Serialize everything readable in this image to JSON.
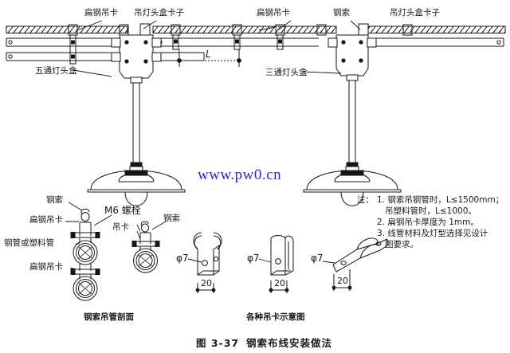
{
  "figure": {
    "caption_number": "图 3-37",
    "caption_title": "钢索布线安装做法",
    "subcaption_left": "钢索吊管剖面",
    "subcaption_right": "各种吊卡示意图",
    "watermark": "www.pw0.cn",
    "background": "#ffffff",
    "ink": "#161616"
  },
  "top_view": {
    "labels": {
      "flat_steel_clamp_left": "扁钢吊卡",
      "lamp_box_clamp_left": "吊灯头盒卡子",
      "five_way_lamp_box": "五通灯头盒",
      "flat_steel_clamp_right": "扁钢吊卡",
      "steel_wire": "钢索",
      "lamp_box_clamp_right": "吊灯头盒卡子",
      "three_way_lamp_box": "三通灯头盒",
      "span_dimension": "L"
    }
  },
  "section_view": {
    "labels": {
      "steel_wire": "钢索",
      "flat_steel_clamp_upper": "扁钢吊卡",
      "steel_or_plastic_pipe": "钢管或塑料管",
      "flat_steel_clamp_lower": "扁钢吊卡",
      "m6_bolt": "M6 螺栓",
      "hanger_clamp": "吊卡",
      "steel_wire_right": "钢索"
    }
  },
  "clip_details": {
    "items": [
      {
        "hole_label": "φ7",
        "width_label": "20",
        "name": "double-ring-clip"
      },
      {
        "hole_label": "φ7",
        "width_label": "20",
        "name": "single-ring-clip"
      },
      {
        "hole_label": "φ7",
        "width_label": "20",
        "name": "saddle-clip"
      }
    ]
  },
  "notes": {
    "prefix": "注：",
    "items": [
      "1. 钢索吊钢管时，L≤1500mm；",
      "   吊塑料管时，L≤1000。",
      "2. 扁钢吊卡厚度为 1mm。",
      "3. 线管材料及灯型选择见设计",
      "   图要求。"
    ]
  }
}
